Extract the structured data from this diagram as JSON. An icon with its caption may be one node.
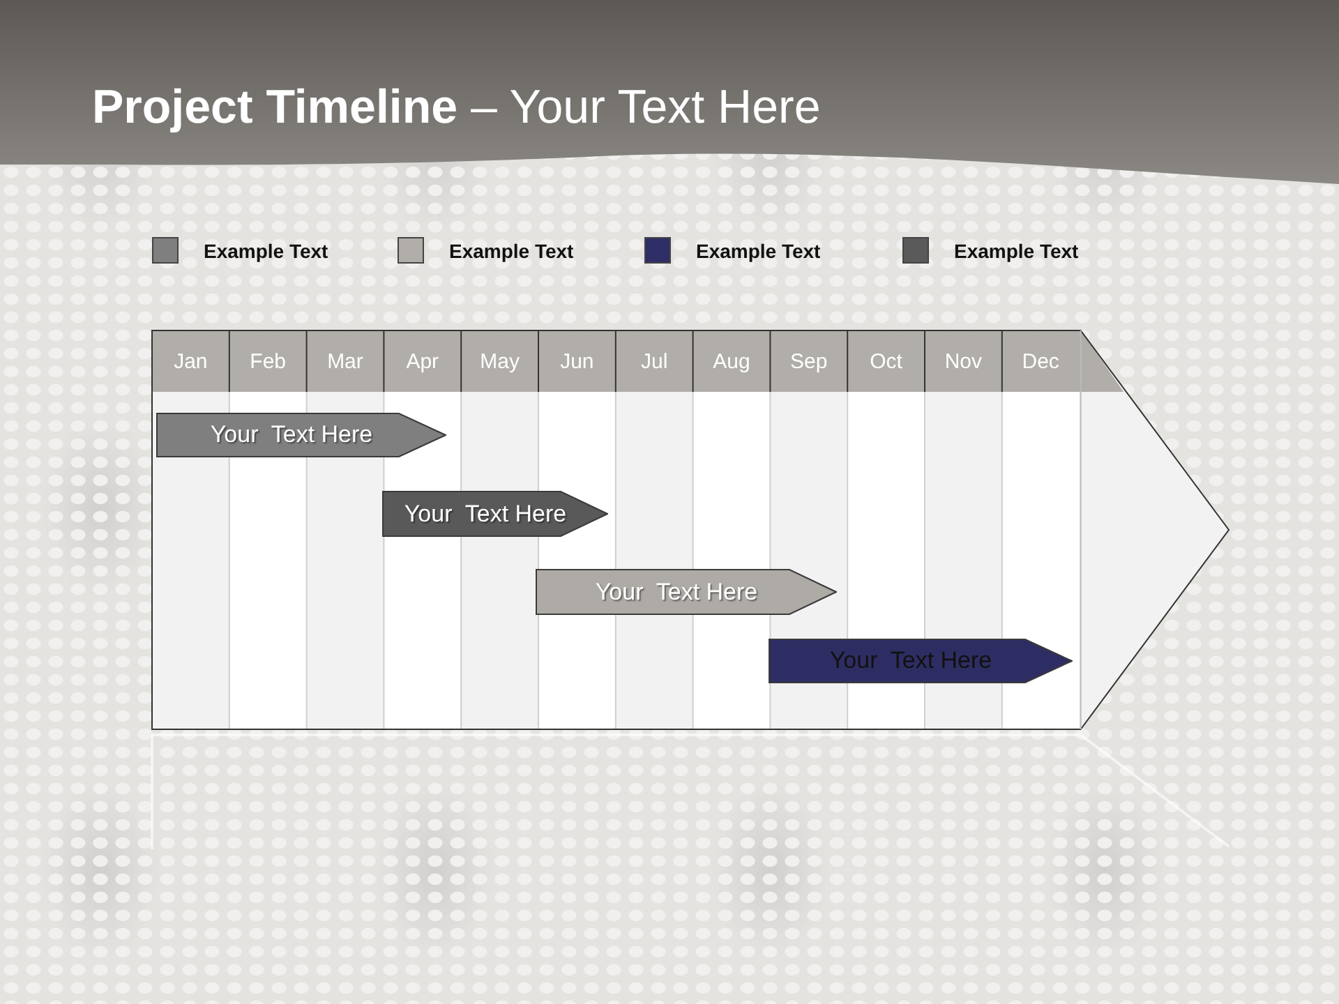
{
  "diagram": {
    "title": "**Project Timeline** – Your Text Here",
    "nodes": [
      {
        "text": [
          "Your  Text Here"
        ]
      },
      {
        "text": [
          "Your  Text Here"
        ]
      },
      {
        "text": [
          "Your  Text Here"
        ]
      },
      {
        "text": [
          "Your  Text Here"
        ]
      }
    ],
    "labels": [
      "Jan",
      "Feb",
      "Mar",
      "Apr",
      "May",
      "Jun",
      "Jul",
      "Aug",
      "Sep",
      "Oct",
      "Nov",
      "Dec"
    ],
    "legend": [
      {
        "text": "Example Text",
        "color": "#7f7f7f"
      },
      {
        "text": "Example Text",
        "color": "#b1ada8"
      },
      {
        "text": "Example Text",
        "color": "#2f2e66"
      },
      {
        "text": "Example Text",
        "color": "#5a5a5a"
      }
    ]
  }
}
